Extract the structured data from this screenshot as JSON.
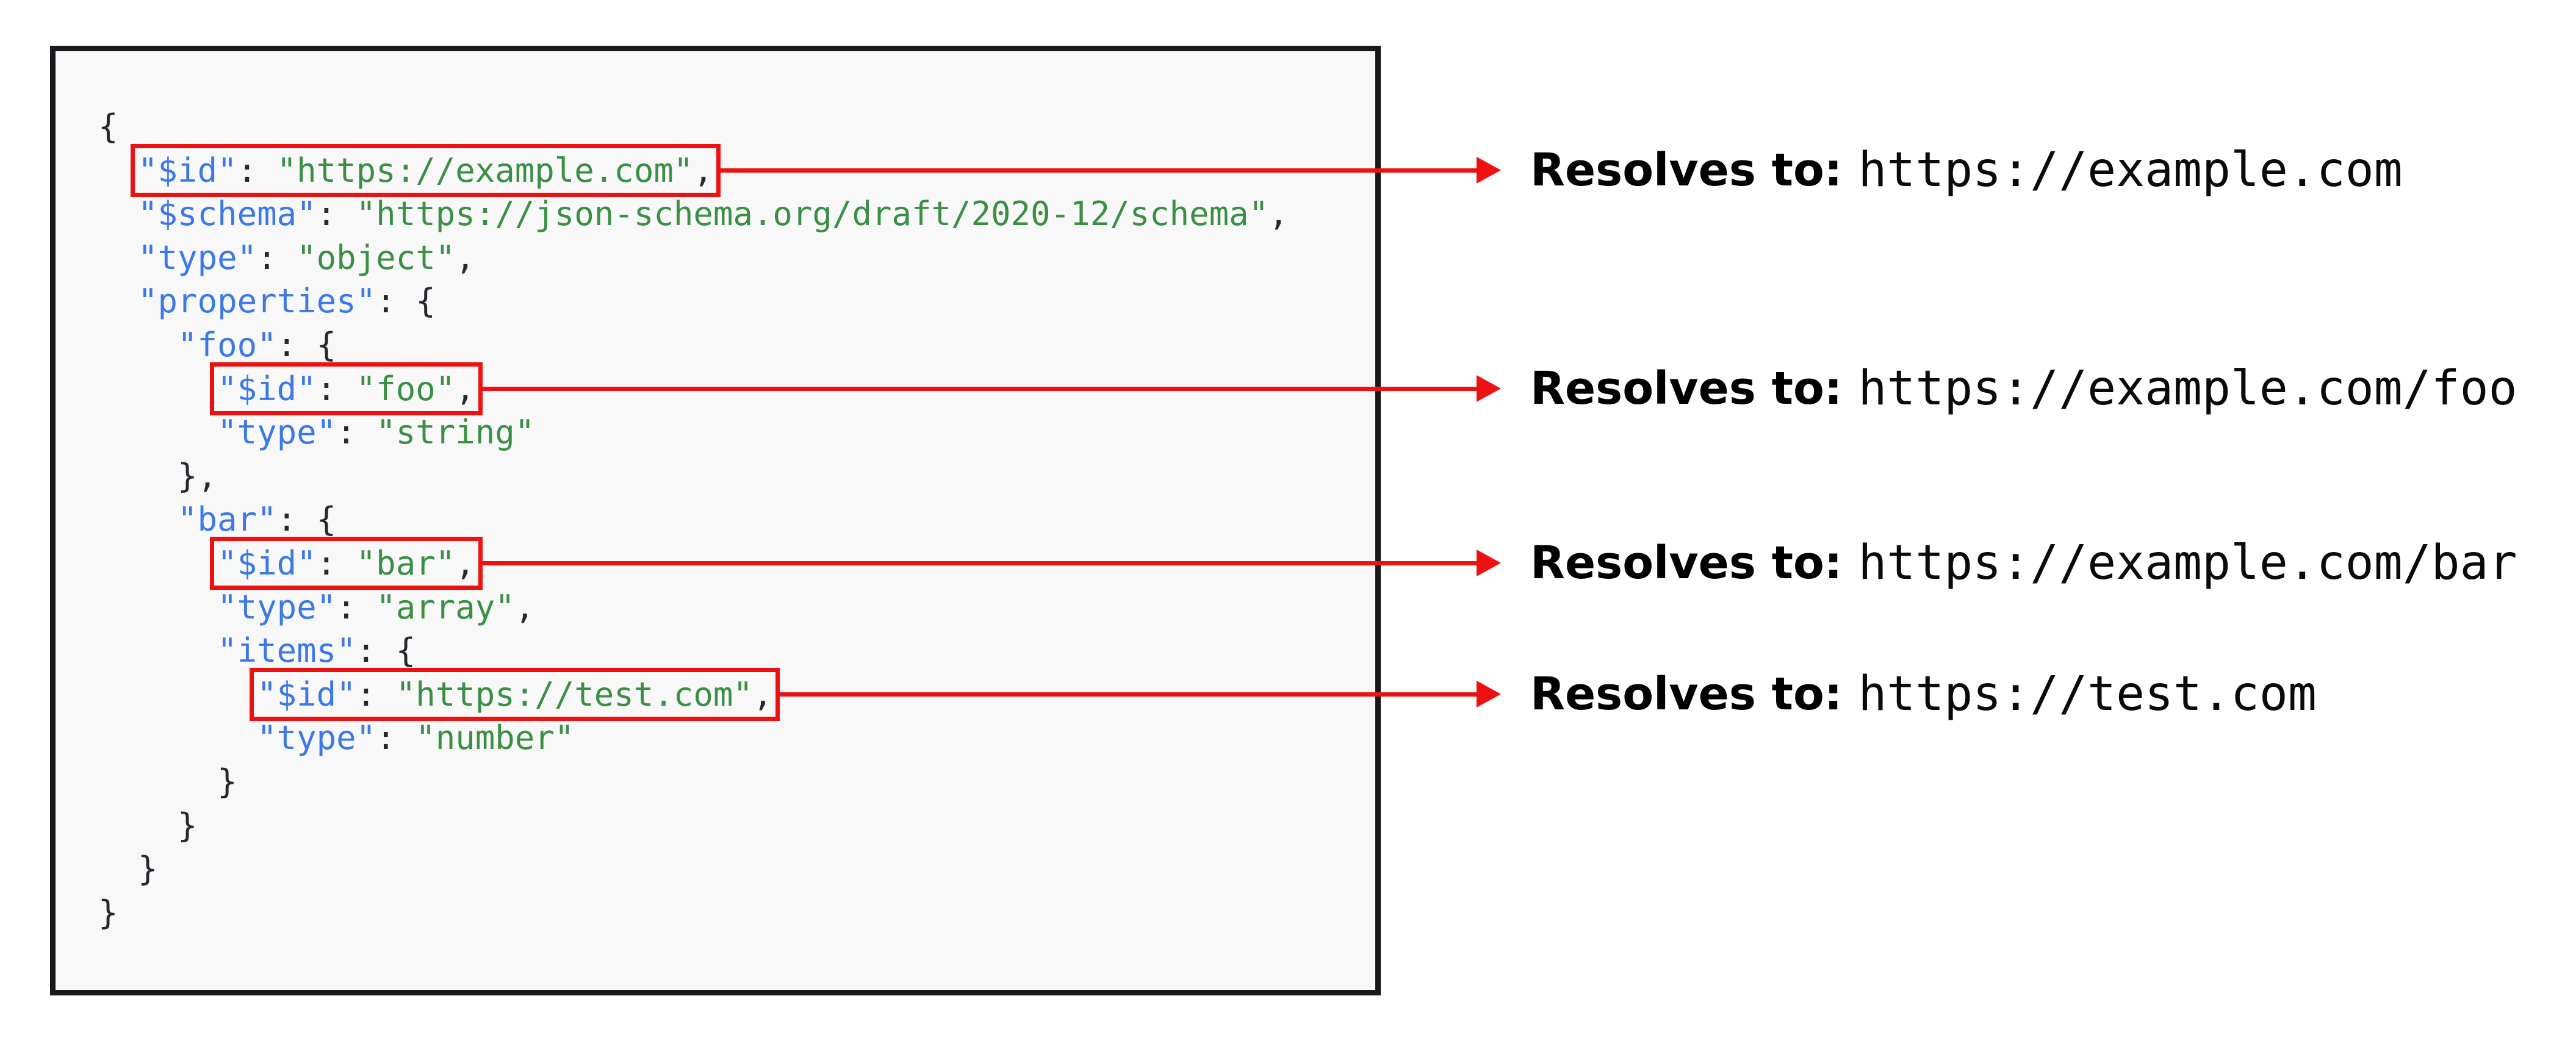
{
  "diagram": {
    "title": "JSON Schema $id resolution example",
    "colors": {
      "box_red": "#ee1111",
      "key_blue": "#3d78e7",
      "string_green": "#3a8f44",
      "punct_dark": "#24292f",
      "panel_bg": "#f8f8f9",
      "panel_border": "#17191c"
    },
    "code_panel": {
      "lines": [
        {
          "indent": 0,
          "boxed": false,
          "tokens": [
            {
              "t": "p",
              "v": "{"
            }
          ]
        },
        {
          "indent": 2,
          "boxed": true,
          "tokens": [
            {
              "t": "k",
              "v": "\"$id\""
            },
            {
              "t": "p",
              "v": ": "
            },
            {
              "t": "s",
              "v": "\"https://example.com\""
            },
            {
              "t": "p",
              "v": ","
            }
          ]
        },
        {
          "indent": 2,
          "boxed": false,
          "tokens": [
            {
              "t": "k",
              "v": "\"$schema\""
            },
            {
              "t": "p",
              "v": ": "
            },
            {
              "t": "s",
              "v": "\"https://json-schema.org/draft/2020-12/schema\""
            },
            {
              "t": "p",
              "v": ","
            }
          ]
        },
        {
          "indent": 2,
          "boxed": false,
          "tokens": [
            {
              "t": "k",
              "v": "\"type\""
            },
            {
              "t": "p",
              "v": ": "
            },
            {
              "t": "s",
              "v": "\"object\""
            },
            {
              "t": "p",
              "v": ","
            }
          ]
        },
        {
          "indent": 2,
          "boxed": false,
          "tokens": [
            {
              "t": "k",
              "v": "\"properties\""
            },
            {
              "t": "p",
              "v": ": {"
            }
          ]
        },
        {
          "indent": 4,
          "boxed": false,
          "tokens": [
            {
              "t": "k",
              "v": "\"foo\""
            },
            {
              "t": "p",
              "v": ": {"
            }
          ]
        },
        {
          "indent": 6,
          "boxed": true,
          "tokens": [
            {
              "t": "k",
              "v": "\"$id\""
            },
            {
              "t": "p",
              "v": ": "
            },
            {
              "t": "s",
              "v": "\"foo\""
            },
            {
              "t": "p",
              "v": ","
            }
          ]
        },
        {
          "indent": 6,
          "boxed": false,
          "tokens": [
            {
              "t": "k",
              "v": "\"type\""
            },
            {
              "t": "p",
              "v": ": "
            },
            {
              "t": "s",
              "v": "\"string\""
            }
          ]
        },
        {
          "indent": 4,
          "boxed": false,
          "tokens": [
            {
              "t": "p",
              "v": "},"
            }
          ]
        },
        {
          "indent": 4,
          "boxed": false,
          "tokens": [
            {
              "t": "k",
              "v": "\"bar\""
            },
            {
              "t": "p",
              "v": ": {"
            }
          ]
        },
        {
          "indent": 6,
          "boxed": true,
          "tokens": [
            {
              "t": "k",
              "v": "\"$id\""
            },
            {
              "t": "p",
              "v": ": "
            },
            {
              "t": "s",
              "v": "\"bar\""
            },
            {
              "t": "p",
              "v": ","
            }
          ]
        },
        {
          "indent": 6,
          "boxed": false,
          "tokens": [
            {
              "t": "k",
              "v": "\"type\""
            },
            {
              "t": "p",
              "v": ": "
            },
            {
              "t": "s",
              "v": "\"array\""
            },
            {
              "t": "p",
              "v": ","
            }
          ]
        },
        {
          "indent": 6,
          "boxed": false,
          "tokens": [
            {
              "t": "k",
              "v": "\"items\""
            },
            {
              "t": "p",
              "v": ": {"
            }
          ]
        },
        {
          "indent": 8,
          "boxed": true,
          "tokens": [
            {
              "t": "k",
              "v": "\"$id\""
            },
            {
              "t": "p",
              "v": ": "
            },
            {
              "t": "s",
              "v": "\"https://test.com\""
            },
            {
              "t": "p",
              "v": ","
            }
          ]
        },
        {
          "indent": 8,
          "boxed": false,
          "tokens": [
            {
              "t": "k",
              "v": "\"type\""
            },
            {
              "t": "p",
              "v": ": "
            },
            {
              "t": "s",
              "v": "\"number\""
            }
          ]
        },
        {
          "indent": 6,
          "boxed": false,
          "tokens": [
            {
              "t": "p",
              "v": "}"
            }
          ]
        },
        {
          "indent": 4,
          "boxed": false,
          "tokens": [
            {
              "t": "p",
              "v": "}"
            }
          ]
        },
        {
          "indent": 2,
          "boxed": false,
          "tokens": [
            {
              "t": "p",
              "v": "}"
            }
          ]
        },
        {
          "indent": 0,
          "boxed": false,
          "tokens": [
            {
              "t": "p",
              "v": "}"
            }
          ]
        }
      ]
    },
    "annotations": [
      {
        "label": "Resolves to:",
        "url": "https://example.com"
      },
      {
        "label": "Resolves to:",
        "url": "https://example.com/foo"
      },
      {
        "label": "Resolves to:",
        "url": "https://example.com/bar"
      },
      {
        "label": "Resolves to:",
        "url": "https://test.com"
      }
    ]
  }
}
